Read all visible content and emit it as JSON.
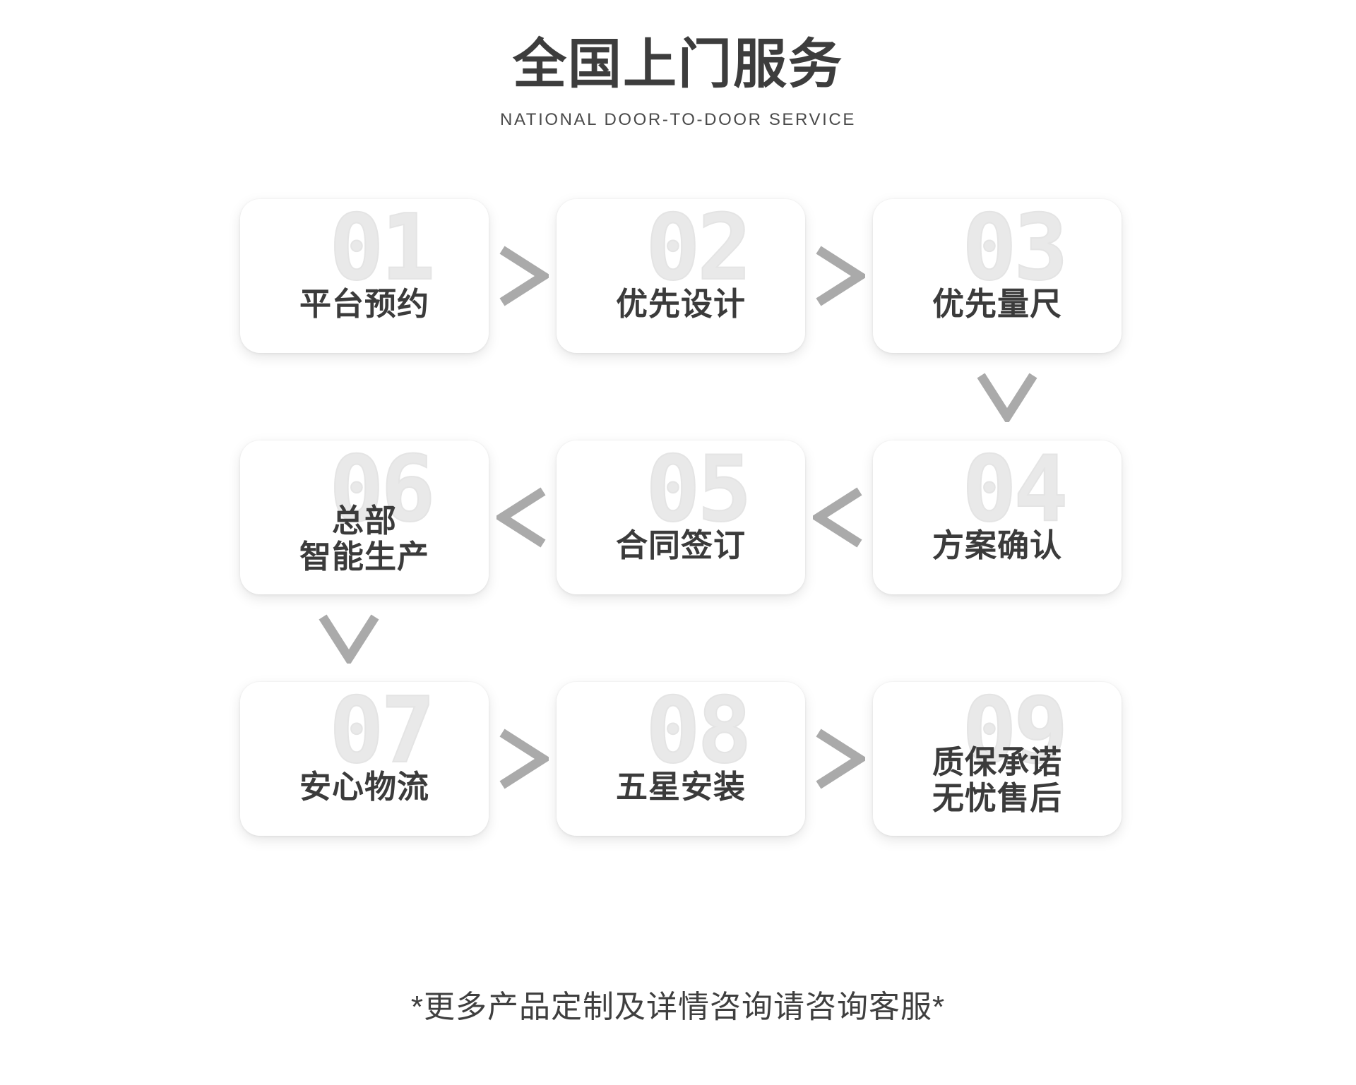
{
  "header": {
    "title": "全国上门服务",
    "subtitle": "NATIONAL DOOR-TO-DOOR SERVICE"
  },
  "colors": {
    "title_text": "#3d3d3d",
    "card_label_text": "#3b3b3b",
    "card_number_watermark": "#e9e9e9",
    "chevron": "#aaaaaa",
    "card_background": "#ffffff",
    "page_background": "#ffffff"
  },
  "flow": {
    "steps": [
      {
        "number": "01",
        "label_line1": "平台预约",
        "label_line2": ""
      },
      {
        "number": "02",
        "label_line1": "优先设计",
        "label_line2": ""
      },
      {
        "number": "03",
        "label_line1": "优先量尺",
        "label_line2": ""
      },
      {
        "number": "04",
        "label_line1": "方案确认",
        "label_line2": ""
      },
      {
        "number": "05",
        "label_line1": "合同签订",
        "label_line2": ""
      },
      {
        "number": "06",
        "label_line1": "总部",
        "label_line2": "智能生产"
      },
      {
        "number": "07",
        "label_line1": "安心物流",
        "label_line2": ""
      },
      {
        "number": "08",
        "label_line1": "五星安装",
        "label_line2": ""
      },
      {
        "number": "09",
        "label_line1": "质保承诺",
        "label_line2": "无忧售后"
      }
    ],
    "connectors": [
      {
        "from": "01",
        "to": "02",
        "direction": "right",
        "glyph": ">"
      },
      {
        "from": "02",
        "to": "03",
        "direction": "right",
        "glyph": ">"
      },
      {
        "from": "03",
        "to": "04",
        "direction": "down",
        "glyph": "v"
      },
      {
        "from": "04",
        "to": "05",
        "direction": "left",
        "glyph": "<"
      },
      {
        "from": "05",
        "to": "06",
        "direction": "left",
        "glyph": "<"
      },
      {
        "from": "06",
        "to": "07",
        "direction": "down",
        "glyph": "v"
      },
      {
        "from": "07",
        "to": "08",
        "direction": "right",
        "glyph": ">"
      },
      {
        "from": "08",
        "to": "09",
        "direction": "right",
        "glyph": ">"
      }
    ]
  },
  "footer": {
    "note": "*更多产品定制及详情咨询请咨询客服*"
  }
}
